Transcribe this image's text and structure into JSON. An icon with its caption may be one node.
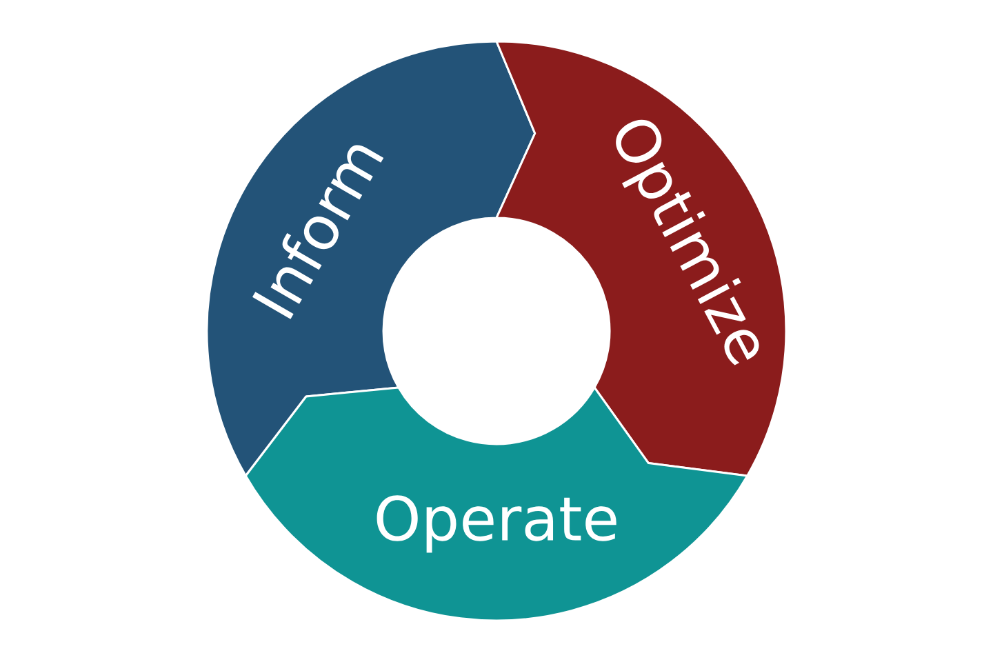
{
  "diagram": {
    "nodes": [
      {
        "text": [
          "Inform"
        ]
      },
      {
        "text": [
          "Optimize"
        ]
      },
      {
        "text": [
          "Operate"
        ]
      }
    ]
  }
}
